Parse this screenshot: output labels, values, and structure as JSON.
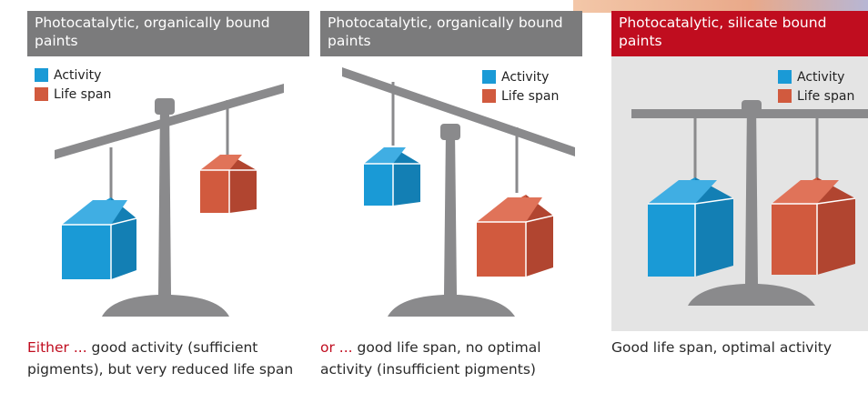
{
  "legend": {
    "activity": "Activity",
    "life_span": "Life span"
  },
  "colors": {
    "activity": "#1a9ad6",
    "life_span": "#d15a3e",
    "header_gray": "#7b7b7c",
    "header_red": "#c00d1f",
    "scale_gray": "#8a8a8c",
    "lead_text": "#c00d1f"
  },
  "panels": [
    {
      "header": "Photocatalytic, organically bound paints",
      "caption_lead": "Either ...",
      "caption_line1": " good activity (sufficient",
      "caption_line2": "pigments), but very reduced life span"
    },
    {
      "header": "Photocatalytic, organically bound paints",
      "caption_lead": "or ...",
      "caption_line1": " good life span, no optimal",
      "caption_line2": "activity (insufficient pigments)"
    },
    {
      "header": "Photocatalytic, silicate bound paints",
      "caption_lead": "",
      "caption_line1": "Good life span, optimal activity",
      "caption_line2": ""
    }
  ]
}
